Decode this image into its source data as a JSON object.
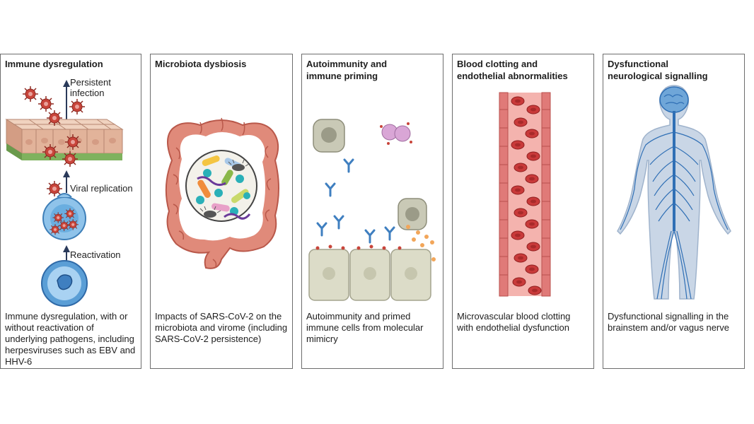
{
  "panels": [
    {
      "title": "Immune dysregulation",
      "caption": "Immune dysregulation, with or without reactivation of underlying pathogens, including herpesviruses such as EBV and HHV-6",
      "labels": {
        "persistent": "Persistent\ninfection",
        "replication": "Viral replication",
        "reactivation": "Reactivation"
      }
    },
    {
      "title": "Microbiota dysbiosis",
      "caption": "Impacts of SARS-CoV-2 on the microbiota and virome (including SARS-CoV-2 persistence)"
    },
    {
      "title": "Autoimmunity and\nimmune priming",
      "caption": "Autoimmunity and primed immune cells from molecular mimicry"
    },
    {
      "title": "Blood clotting and\nendothelial abnormalities",
      "caption": "Microvascular blood clotting with endothelial dysfunction"
    },
    {
      "title": "Dysfunctional\nneurological signalling",
      "caption": "Dysfunctional signalling in the brainstem and/or vagus nerve"
    }
  ],
  "colors": {
    "virus": "#c8443a",
    "cell_blue": "#6aaee0",
    "intestine": "#e08a7a",
    "antibody": "#3f7fc0",
    "tissue_cell": "#dcdcc8",
    "vessel": "#e07a78",
    "rbc": "#c93a3a",
    "body": "#b8c8dc",
    "nerve": "#2f6fb5"
  },
  "icons": [
    "virus-icon",
    "infected-cell-icon",
    "lymphocyte-icon",
    "intestine-icon",
    "antibody-icon",
    "red-blood-cell-icon",
    "brain-icon",
    "human-body-icon"
  ]
}
